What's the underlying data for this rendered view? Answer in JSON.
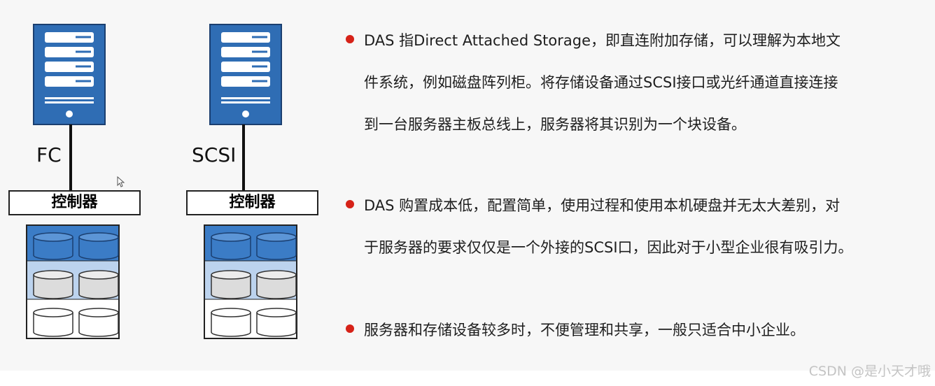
{
  "diagram": {
    "units": [
      {
        "connection_label": "FC",
        "controller_label": "控制器"
      },
      {
        "connection_label": "SCSI",
        "controller_label": "控制器"
      }
    ]
  },
  "bullets": [
    {
      "lines": [
        "DAS 指Direct Attached Storage，即直连附加存储，可以理解为本地文",
        "件系统，例如磁盘阵列柜。将存储设备通过SCSI接口或光纤通道直接连接",
        "到一台服务器主板总线上，服务器将其识别为一个块设备。"
      ]
    },
    {
      "lines": [
        "DAS 购置成本低，配置简单，使用过程和使用本机硬盘并无太大差别，对",
        "于服务器的要求仅仅是一个外接的SCSI口，因此对于小型企业很有吸引力。"
      ]
    },
    {
      "lines": [
        "服务器和存储设备较多时，不便管理和共享，一般只适合中小企业。"
      ]
    }
  ],
  "colors": {
    "server_blue": "#2f6db4",
    "disk_blue": "#3b7cc6",
    "disk_light": "#bcd3ee",
    "bullet_red": "#d62218"
  },
  "watermark": "CSDN @是小天才哦"
}
